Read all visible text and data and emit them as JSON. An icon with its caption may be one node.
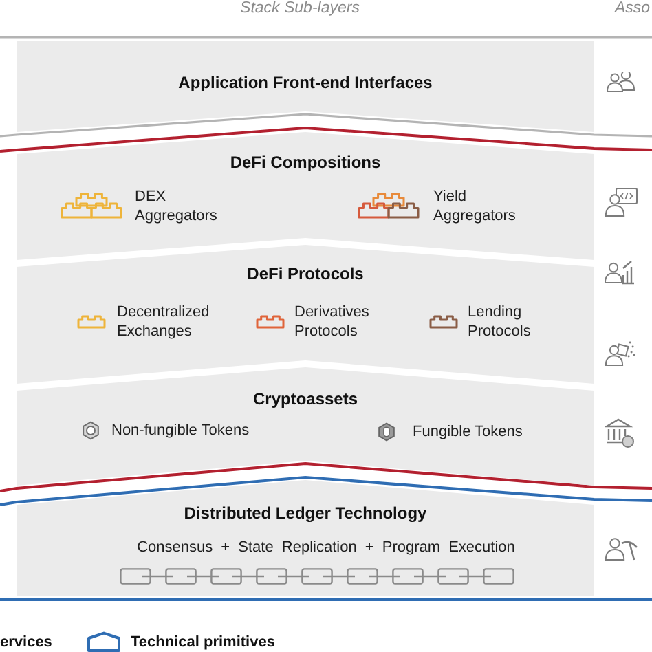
{
  "diagram": {
    "nodes": [
      {
        "text": [
          "Application Front-end Interfaces"
        ]
      },
      {
        "text": [
          "DeFi Compositions",
          "DEX Aggregators",
          "Yield Aggregators"
        ]
      },
      {
        "text": [
          "DeFi Protocols",
          "Decentralized Exchanges",
          "Derivatives Protocols",
          "Lending Protocols"
        ]
      },
      {
        "text": [
          "Cryptoassets",
          "Non-fungible Tokens",
          "Fungible Tokens"
        ]
      },
      {
        "text": [
          "Distributed Ledger Technology",
          "Consensus + State Replication + Program Execution"
        ]
      }
    ],
    "labels": [
      "Stack Sub-layers",
      "Asso"
    ],
    "legend": [
      {
        "text": "ervices"
      },
      {
        "text": "Technical primitives"
      }
    ]
  }
}
